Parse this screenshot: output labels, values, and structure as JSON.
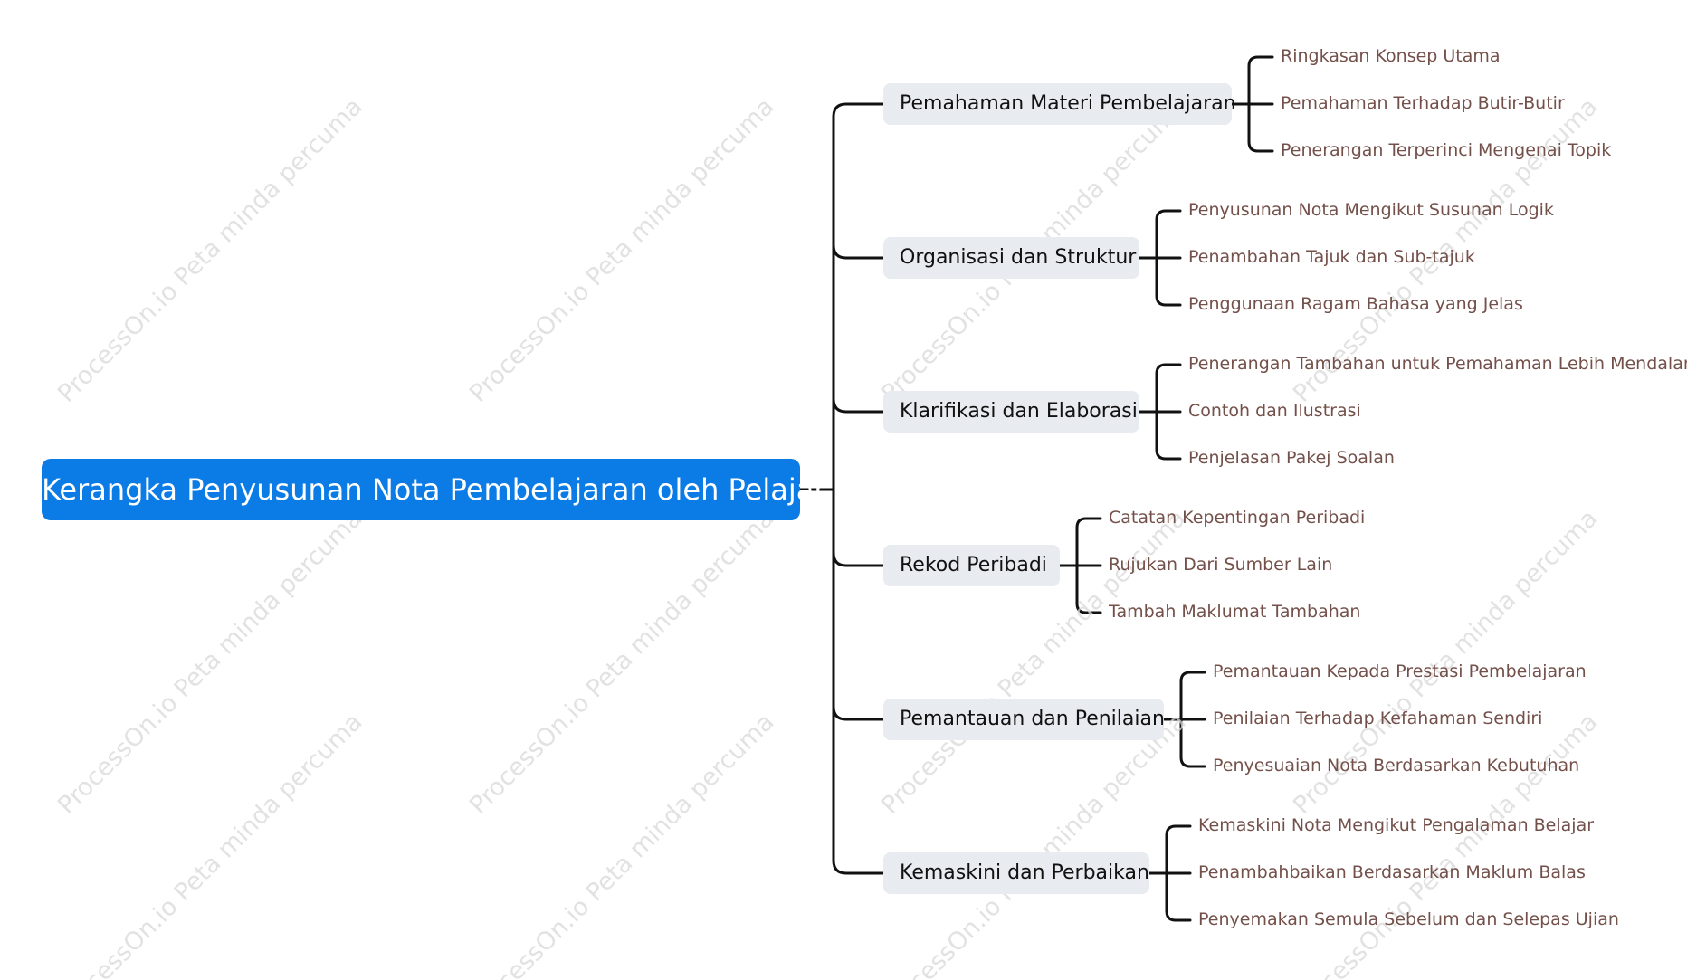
{
  "watermark_text": "ProcessOn.io Peta minda percuma",
  "root": {
    "label": "Kerangka Penyusunan Nota Pembelajaran oleh Pelajar",
    "color": "#0b7be6"
  },
  "branches": [
    {
      "label": "Pemahaman Materi Pembelajaran",
      "children": [
        "Ringkasan Konsep Utama",
        "Pemahaman Terhadap Butir-Butir",
        "Penerangan Terperinci Mengenai Topik"
      ]
    },
    {
      "label": "Organisasi dan Struktur",
      "children": [
        "Penyusunan Nota Mengikut Susunan Logik",
        "Penambahan Tajuk dan Sub-tajuk",
        "Penggunaan Ragam Bahasa yang Jelas"
      ]
    },
    {
      "label": "Klarifikasi dan Elaborasi",
      "children": [
        "Penerangan Tambahan untuk Pemahaman Lebih Mendalam",
        "Contoh dan Ilustrasi",
        "Penjelasan Pakej Soalan"
      ]
    },
    {
      "label": "Rekod Peribadi",
      "children": [
        "Catatan Kepentingan Peribadi",
        "Rujukan Dari Sumber Lain",
        "Tambah Maklumat Tambahan"
      ]
    },
    {
      "label": "Pemantauan dan Penilaian",
      "children": [
        "Pemantauan Kepada Prestasi Pembelajaran",
        "Penilaian Terhadap Kefahaman Sendiri",
        "Penyesuaian Nota Berdasarkan Kebutuhan"
      ]
    },
    {
      "label": "Kemaskini dan Perbaikan",
      "children": [
        "Kemaskini Nota Mengikut Pengalaman Belajar",
        "Penambahbaikan Berdasarkan Maklum Balas",
        "Penyemakan Semula Sebelum dan Selepas Ujian"
      ]
    }
  ]
}
